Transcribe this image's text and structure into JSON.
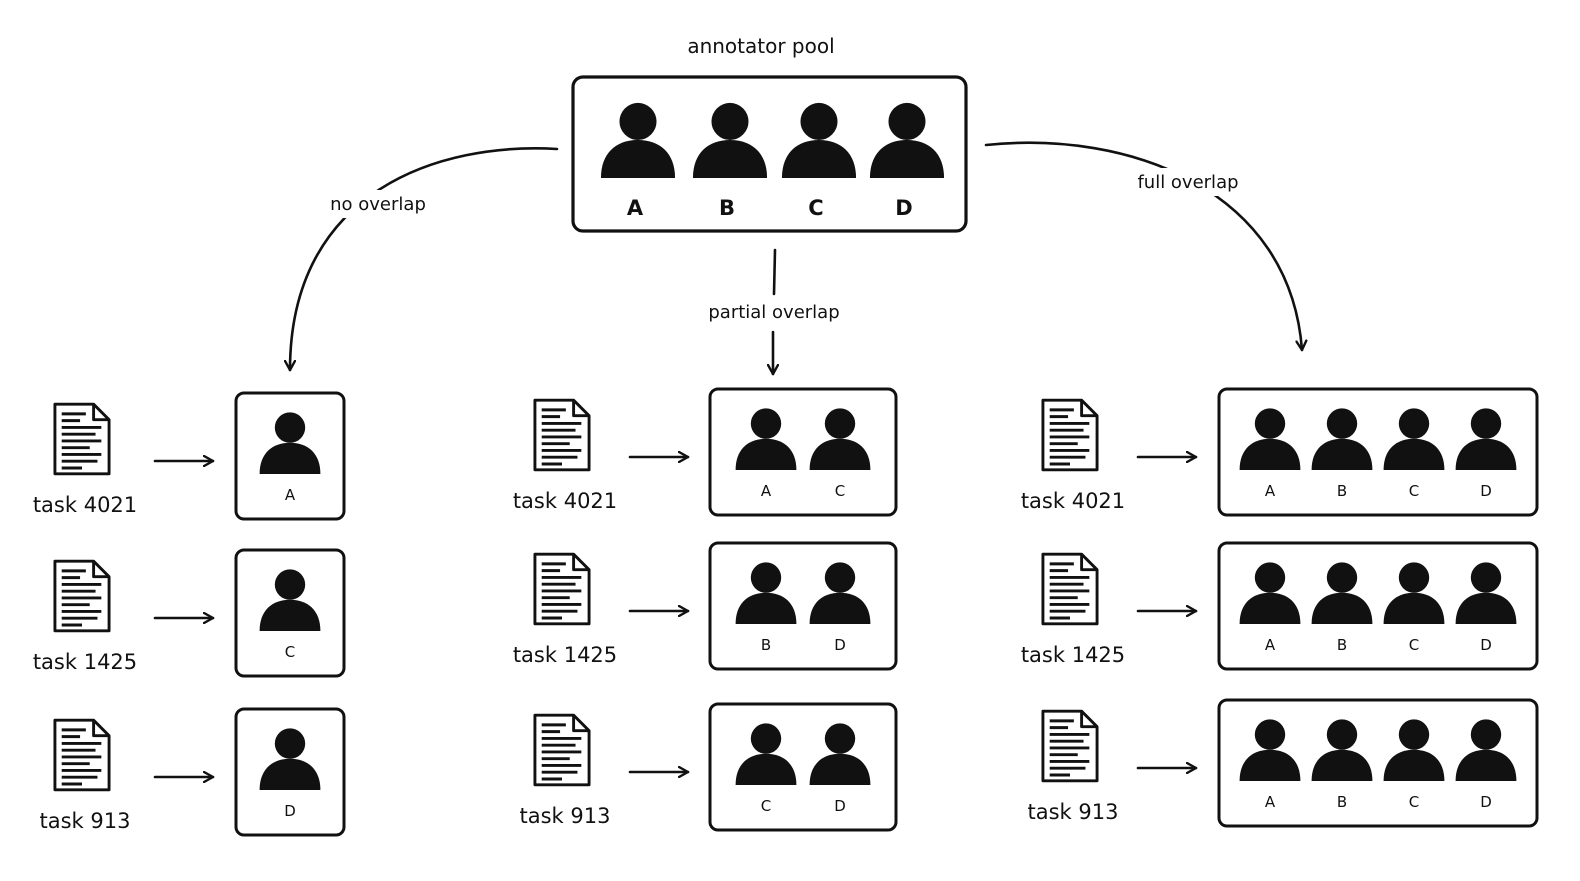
{
  "pool": {
    "title": "annotator pool",
    "annotators": [
      "A",
      "B",
      "C",
      "D"
    ]
  },
  "connectors": {
    "left": "no overlap",
    "middle": "partial overlap",
    "right": "full overlap"
  },
  "columns": [
    {
      "name": "no overlap",
      "rows": [
        {
          "task": "task 4021",
          "annotators": [
            "A"
          ]
        },
        {
          "task": "task 1425",
          "annotators": [
            "C"
          ]
        },
        {
          "task": "task 913",
          "annotators": [
            "D"
          ]
        }
      ]
    },
    {
      "name": "partial overlap",
      "rows": [
        {
          "task": "task 4021",
          "annotators": [
            "A",
            "C"
          ]
        },
        {
          "task": "task 1425",
          "annotators": [
            "B",
            "D"
          ]
        },
        {
          "task": "task 913",
          "annotators": [
            "C",
            "D"
          ]
        }
      ]
    },
    {
      "name": "full overlap",
      "rows": [
        {
          "task": "task 4021",
          "annotators": [
            "A",
            "B",
            "C",
            "D"
          ]
        },
        {
          "task": "task 1425",
          "annotators": [
            "A",
            "B",
            "C",
            "D"
          ]
        },
        {
          "task": "task 913",
          "annotators": [
            "A",
            "B",
            "C",
            "D"
          ]
        }
      ]
    }
  ],
  "colors": {
    "ink": "#111111",
    "background": "#ffffff"
  }
}
